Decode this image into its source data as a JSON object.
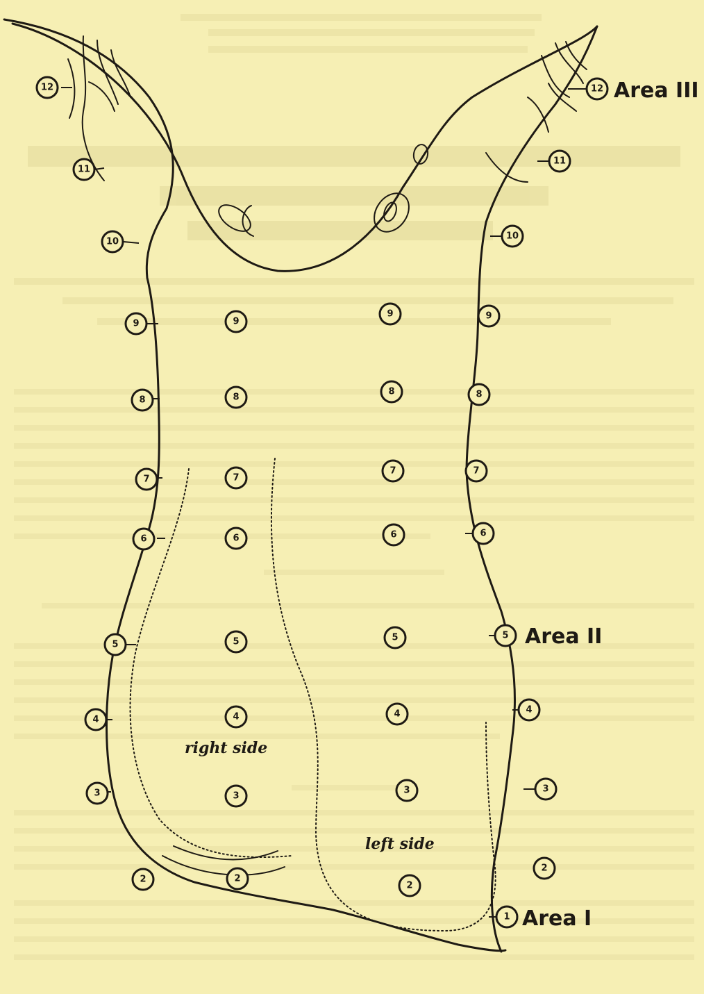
{
  "points": {
    "left_edge": [
      "12",
      "11",
      "10",
      "9",
      "8",
      "7",
      "6",
      "5",
      "4",
      "3",
      "2"
    ],
    "center_right": [
      "9",
      "8",
      "7",
      "6",
      "5",
      "4",
      "3",
      "2"
    ],
    "center_left": [
      "9",
      "8",
      "7",
      "6",
      "5",
      "4",
      "3",
      "2"
    ],
    "right_edge": [
      "12",
      "11",
      "10",
      "9",
      "8",
      "7",
      "6",
      "5",
      "4",
      "3",
      "2",
      "1"
    ]
  },
  "labels": {
    "area_1": "Area I",
    "area_2": "Area II",
    "area_3": "Area III",
    "right_side": "right side",
    "left_side": "left side"
  },
  "colors": {
    "paper": "#f6efb4",
    "ink": "#1e1a14"
  }
}
